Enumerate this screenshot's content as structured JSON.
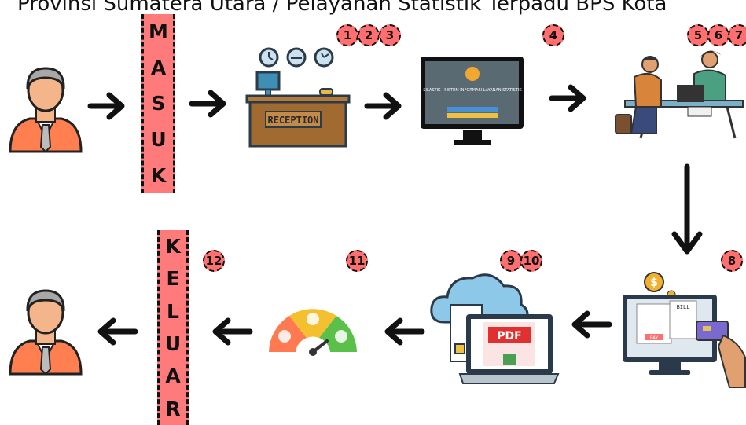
{
  "title": "Provinsi Sumatera Utara / Pelayanan Statistik Terpadu BPS Kota",
  "entry_label": [
    "M",
    "A",
    "S",
    "U",
    "K"
  ],
  "exit_label": [
    "K",
    "E",
    "L",
    "U",
    "A",
    "R"
  ],
  "steps": {
    "reception": [
      "1",
      "2",
      "3"
    ],
    "computer": [
      "4"
    ],
    "consult": [
      "5",
      "6",
      "7"
    ],
    "payment": [
      "8"
    ],
    "download": [
      "9",
      "10"
    ],
    "survey": [
      "11"
    ],
    "exit": [
      "12"
    ]
  },
  "reception_sign": "RECEPTION",
  "screen_text": "SILASTIK - SISTEM INFORMASI LAYANAN STATISTIK",
  "bill_text": "BILL",
  "pay_text": "PAY",
  "pdf_text": "PDF",
  "colors": {
    "accent": "#ff7a7a",
    "badge": "#ff6f6f",
    "arrow": "#111111"
  }
}
